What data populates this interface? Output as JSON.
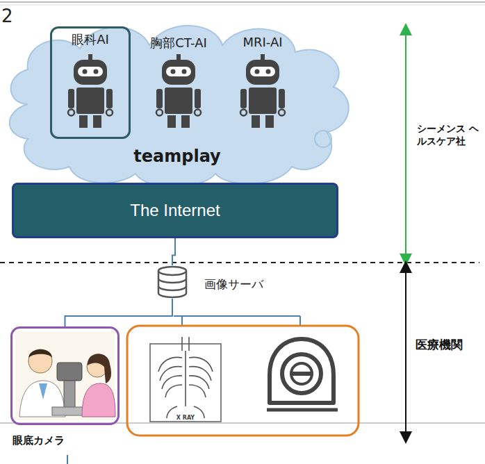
{
  "diagram": {
    "nodes": [
      {
        "text": [
          "teamplay"
        ]
      },
      {
        "text": [
          "眼科AI"
        ],
        "in": 0
      },
      {
        "text": [
          "The Internet"
        ]
      },
      {
        "text": [
          "画像サーバ"
        ]
      },
      {
        "text": [
          "眼底カメラ"
        ]
      }
    ],
    "edges": [
      {
        "from": 2,
        "to": 3,
        "arrow": "none"
      },
      {
        "from": 3,
        "to": 4,
        "arrow": "none"
      }
    ],
    "labels": [
      "2",
      "胸部CT-AI",
      "MRI-AI",
      "X RAY",
      "シーメンス ヘルスケア社",
      "医療機関"
    ]
  }
}
